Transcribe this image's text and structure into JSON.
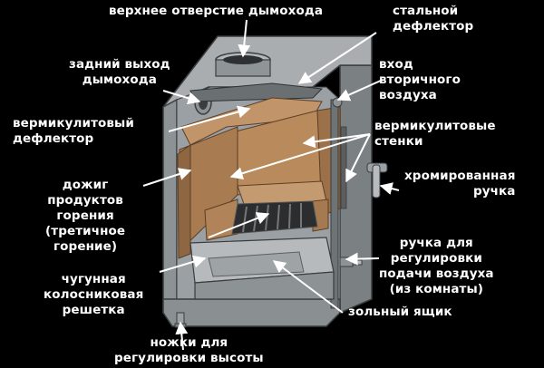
{
  "labels": {
    "top_opening": "верхнее отверстие дымохода",
    "steel_deflector": "стальной\nдефлектор",
    "rear_flue_outlet": "задний выход\nдымохода",
    "secondary_air_inlet": "вход\nвторичного\nвоздуха",
    "vermiculite_deflector": "вермикулитовый\nдефлектор",
    "vermiculite_walls": "вермикулитовые\nстенки",
    "chrome_handle": "хромированная\nручка",
    "afterburning": "дожиг\nпродуктов\nгорения\n(третичное\nгорение)",
    "air_regulation_handle": "ручка для\nрегулировки\nподачи воздуха\n(из комнаты)",
    "cast_iron_grate": "чугунная\nколосниковая\nрешетка",
    "ash_drawer": "зольный ящик",
    "adjustable_legs": "ножки для\nрегулировки высоты"
  },
  "colors": {
    "background": "#000000",
    "text": "#ffffff",
    "metal": "#9ea3a6",
    "metal_dark": "#6e7376",
    "vermiculite": "#b98a5c",
    "vermiculite_shade": "#8e6641",
    "arrow": "#ffffff"
  }
}
